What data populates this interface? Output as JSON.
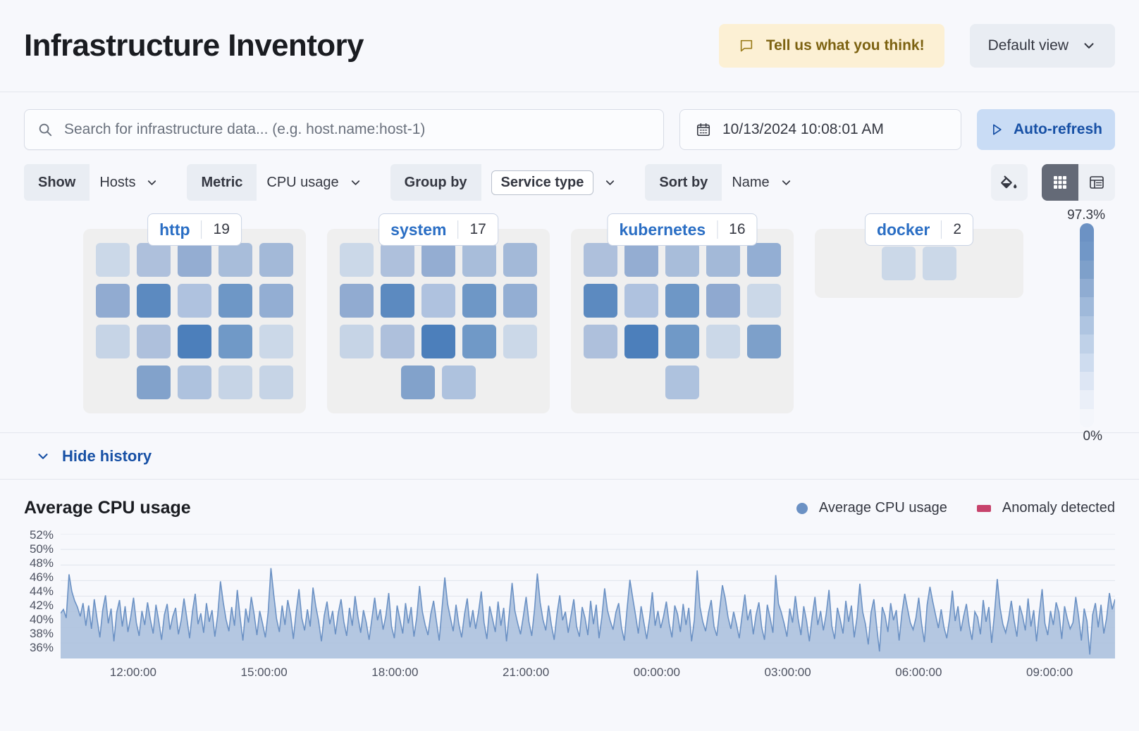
{
  "header": {
    "title": "Infrastructure Inventory",
    "feedback_label": "Tell us what you think!",
    "feedback_icon": "comment-icon",
    "view_label": "Default view",
    "view_icon": "chevron-down-icon"
  },
  "search": {
    "placeholder": "Search for infrastructure data... (e.g. host.name:host-1)",
    "value": "",
    "icon": "search-icon"
  },
  "datepicker": {
    "value": "10/13/2024 10:08:01 AM",
    "icon": "calendar-icon"
  },
  "refresh": {
    "label": "Auto-refresh",
    "icon": "play-icon"
  },
  "filters": [
    {
      "label": "Show",
      "value": "Hosts",
      "boxed": false
    },
    {
      "label": "Metric",
      "value": "CPU usage",
      "boxed": false
    },
    {
      "label": "Group by",
      "value": "Service type",
      "boxed": true
    },
    {
      "label": "Sort by",
      "value": "Name",
      "boxed": false
    }
  ],
  "view_controls": {
    "legend_icon": "paint-bucket-icon",
    "map_view_icon": "grid-view-icon",
    "table_view_icon": "table-view-icon",
    "active_view": "map"
  },
  "legend": {
    "max_label": "97.3%",
    "min_label": "0%",
    "colors": [
      "#6C92C4",
      "#7197C7",
      "#7EA0CA",
      "#8FACD2",
      "#9FB9DA",
      "#AFC5E1",
      "#BFD1E8",
      "#CEDCEF",
      "#DDE6F4",
      "#EAEFF8",
      "#F4F6FB"
    ]
  },
  "groups": [
    {
      "name": "http",
      "count": "19",
      "rows": [
        {
          "offset": "none",
          "cells": [
            "#CBD8E8",
            "#AEC0DC",
            "#94ADD2",
            "#A8BDDA",
            "#A3B9D8"
          ]
        },
        {
          "offset": "none",
          "cells": [
            "#91ABD1",
            "#5C8AC0",
            "#AFC2DF",
            "#6E97C6",
            "#93AED3"
          ]
        },
        {
          "offset": "none",
          "cells": [
            "#C6D4E6",
            "#AEC0DC",
            "#4C7FBB",
            "#7099C7",
            "#CBD8E8"
          ]
        },
        {
          "offset": "left",
          "cells": [
            "#82A2CB",
            "#AEC2DE",
            "#C6D4E6",
            "#C6D4E6"
          ]
        }
      ]
    },
    {
      "name": "system",
      "count": "17",
      "rows": [
        {
          "offset": "none",
          "cells": [
            "#CBD8E8",
            "#AEC0DC",
            "#94ADD2",
            "#A8BDDA",
            "#A3B9D8"
          ]
        },
        {
          "offset": "none",
          "cells": [
            "#91ABD1",
            "#5C8AC0",
            "#AFC2DF",
            "#6E97C6",
            "#93AED3"
          ]
        },
        {
          "offset": "none",
          "cells": [
            "#C6D4E6",
            "#AEC0DC",
            "#4C7FBB",
            "#7099C7",
            "#CBD8E8"
          ]
        },
        {
          "offset": "center2",
          "cells": [
            "#82A2CB",
            "#AEC2DE"
          ]
        }
      ]
    },
    {
      "name": "kubernetes",
      "count": "16",
      "rows": [
        {
          "offset": "none",
          "cells": [
            "#AEC0DC",
            "#94ADD2",
            "#A8BDDA",
            "#A3B9D8",
            "#93AED3"
          ]
        },
        {
          "offset": "none",
          "cells": [
            "#5C8AC0",
            "#AFC2DF",
            "#6E97C6",
            "#8FA9D0",
            "#CBD8E8"
          ]
        },
        {
          "offset": "none",
          "cells": [
            "#AEC0DC",
            "#4C7FBB",
            "#7099C7",
            "#CBD8E8",
            "#7DA0CA"
          ]
        },
        {
          "offset": "center1",
          "cells": [
            "#AEC2DE"
          ]
        }
      ]
    },
    {
      "name": "docker",
      "count": "2",
      "rows": [
        {
          "offset": "center2",
          "cells": [
            "#CBD8E8",
            "#CBD8E8"
          ]
        }
      ]
    }
  ],
  "history": {
    "toggle_label": "Hide history",
    "toggle_icon": "chevron-down-icon"
  },
  "chart_data": {
    "type": "area",
    "title": "Average CPU usage",
    "xlabel": "",
    "ylabel": "",
    "ylim": [
      36,
      52
    ],
    "grid": true,
    "legend_position": "top-right",
    "legend": [
      {
        "name": "Average CPU usage",
        "color": "#6B91C4",
        "marker": "circle"
      },
      {
        "name": "Anomaly detected",
        "color": "#C7436C",
        "marker": "square"
      }
    ],
    "ytick_labels": [
      "52%",
      "50%",
      "48%",
      "46%",
      "44%",
      "42%",
      "40%",
      "38%",
      "36%"
    ],
    "xtick_labels": [
      "12:00:00",
      "15:00:00",
      "18:00:00",
      "21:00:00",
      "00:00:00",
      "03:00:00",
      "06:00:00",
      "09:00:00"
    ],
    "series": [
      {
        "name": "Average CPU usage",
        "color": "#6B91C4",
        "values": [
          41.8,
          42.3,
          41.2,
          46.8,
          44.6,
          43.4,
          42.6,
          41.4,
          43.1,
          40.2,
          42.8,
          39.8,
          43.6,
          41.1,
          38.7,
          42.2,
          44.1,
          40.5,
          42.4,
          38.2,
          41.9,
          43.5,
          40.1,
          42.7,
          39.4,
          41.3,
          43.8,
          40.6,
          38.9,
          42.1,
          40.3,
          43.2,
          41.0,
          39.2,
          42.9,
          40.8,
          38.4,
          41.6,
          43.0,
          39.7,
          41.4,
          42.5,
          39.1,
          40.9,
          43.7,
          41.2,
          38.6,
          42.0,
          44.3,
          40.4,
          41.8,
          39.3,
          43.1,
          40.7,
          42.2,
          38.8,
          41.5,
          45.9,
          43.2,
          41.0,
          39.5,
          42.6,
          40.2,
          44.8,
          41.3,
          38.3,
          42.4,
          40.6,
          43.9,
          41.7,
          39.0,
          42.1,
          40.5,
          38.7,
          41.9,
          47.6,
          44.2,
          41.1,
          39.4,
          42.8,
          40.3,
          43.5,
          41.6,
          38.5,
          42.0,
          44.9,
          41.2,
          39.6,
          42.3,
          40.1,
          45.1,
          42.7,
          40.8,
          38.2,
          41.5,
          43.3,
          40.4,
          42.1,
          39.1,
          41.8,
          43.6,
          40.7,
          38.9,
          42.5,
          40.2,
          44.0,
          41.4,
          39.3,
          42.2,
          40.6,
          38.4,
          41.1,
          43.8,
          40.9,
          42.3,
          39.7,
          41.5,
          44.4,
          40.1,
          38.6,
          42.8,
          41.0,
          39.2,
          43.1,
          40.5,
          42.6,
          38.8,
          41.3,
          45.3,
          42.0,
          40.3,
          39.0,
          41.7,
          43.4,
          40.8,
          38.3,
          42.4,
          46.4,
          43.0,
          41.2,
          39.5,
          42.9,
          40.4,
          38.7,
          41.6,
          43.7,
          40.0,
          42.2,
          39.8,
          41.9,
          44.6,
          40.6,
          38.5,
          42.7,
          41.1,
          39.4,
          43.3,
          40.2,
          42.5,
          38.2,
          41.8,
          45.7,
          42.1,
          40.5,
          39.1,
          41.4,
          43.9,
          40.7,
          38.9,
          42.3,
          46.9,
          43.2,
          41.0,
          39.6,
          42.8,
          40.3,
          38.4,
          41.7,
          44.1,
          40.9,
          42.0,
          39.3,
          41.5,
          43.6,
          40.1,
          38.8,
          42.6,
          41.2,
          39.0,
          43.4,
          40.4,
          42.9,
          38.6,
          41.3,
          45.0,
          42.2,
          40.8,
          39.7,
          41.9,
          43.1,
          40.0,
          38.3,
          42.4,
          46.1,
          43.8,
          41.6,
          39.2,
          42.7,
          40.6,
          38.5,
          41.1,
          44.5,
          40.2,
          42.1,
          39.9,
          41.4,
          43.3,
          40.5,
          38.7,
          42.8,
          41.7,
          39.4,
          43.0,
          40.3,
          42.5,
          38.2,
          41.0,
          47.3,
          42.6,
          40.7,
          39.5,
          41.8,
          43.5,
          40.1,
          38.9,
          42.2,
          45.4,
          43.7,
          41.3,
          39.8,
          42.0,
          40.4,
          38.6,
          41.5,
          44.2,
          40.9,
          42.3,
          39.1,
          41.6,
          43.2,
          40.0,
          38.4,
          42.9,
          41.2,
          39.3,
          46.7,
          43.0,
          41.9,
          40.5,
          38.8,
          42.4,
          40.6,
          44.0,
          41.1,
          39.0,
          42.7,
          40.8,
          38.2,
          41.4,
          43.9,
          40.3,
          42.1,
          39.6,
          41.7,
          44.8,
          40.2,
          38.5,
          42.5,
          41.0,
          39.2,
          43.4,
          40.7,
          42.8,
          38.7,
          41.3,
          45.6,
          42.0,
          40.4,
          37.8,
          41.9,
          43.6,
          40.1,
          36.9,
          42.6,
          41.5,
          39.4,
          43.1,
          40.9,
          42.2,
          38.3,
          41.8,
          44.3,
          42.4,
          40.6,
          39.7,
          41.2,
          43.8,
          40.5,
          38.1,
          42.9,
          45.2,
          43.3,
          41.6,
          39.9,
          42.3,
          40.0,
          38.6,
          41.1,
          44.7,
          40.8,
          42.7,
          39.5,
          41.4,
          43.0,
          40.2,
          38.4,
          42.0,
          41.3,
          39.1,
          43.5,
          40.7,
          42.6,
          38.0,
          41.7,
          46.2,
          42.5,
          40.4,
          39.3,
          41.0,
          43.4,
          40.9,
          38.8,
          42.8,
          41.5,
          39.6,
          43.7,
          40.1,
          42.2,
          38.2,
          41.8,
          44.9,
          40.5,
          39.0,
          42.1,
          40.3,
          43.2,
          41.9,
          38.5,
          42.7,
          41.1,
          39.8,
          40.6,
          43.9,
          41.4,
          38.3,
          42.4,
          40.8,
          36.5,
          41.6,
          43.1,
          40.0,
          42.9,
          39.2,
          41.2,
          44.4,
          42.3,
          43.6
        ]
      }
    ]
  }
}
